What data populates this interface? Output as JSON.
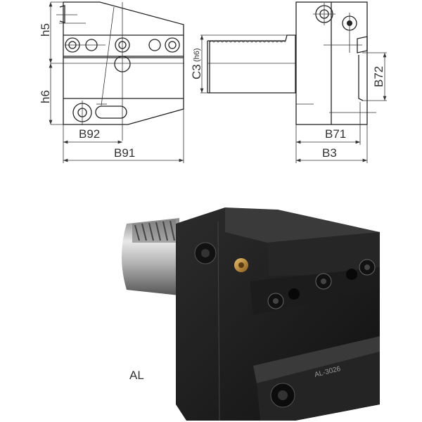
{
  "drawing": {
    "labels": {
      "h5": "h5",
      "h6": "h6",
      "b92": "B92",
      "b91": "B91",
      "c3": "C3",
      "c3_tolerance": "(h6)",
      "b71": "B71",
      "b3": "B3",
      "b72": "B72"
    }
  },
  "photo": {
    "variant_label": "AL",
    "engraving": "AL-3026"
  }
}
